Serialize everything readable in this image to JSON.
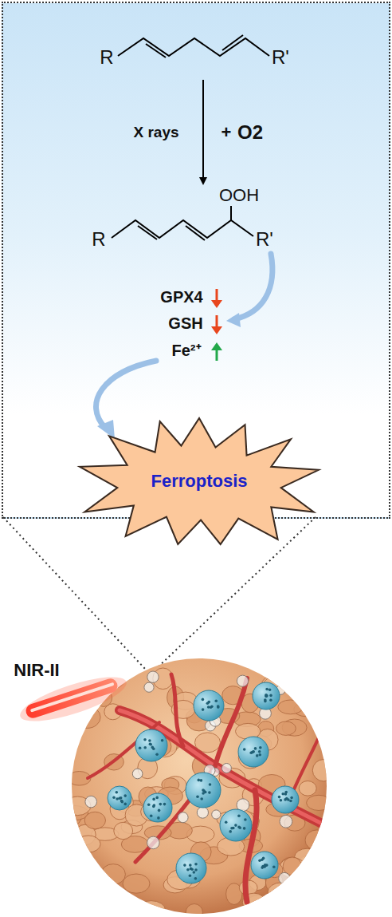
{
  "diagram": {
    "nodes": [
      {
        "text": [
          "Ferroptosis"
        ]
      }
    ],
    "labels": [
      "R",
      "R'",
      "X rays",
      "+",
      "O2",
      "OOH",
      "R",
      "R'",
      "GPX4",
      "GSH",
      "Fe²⁺",
      "NIR-II"
    ]
  }
}
